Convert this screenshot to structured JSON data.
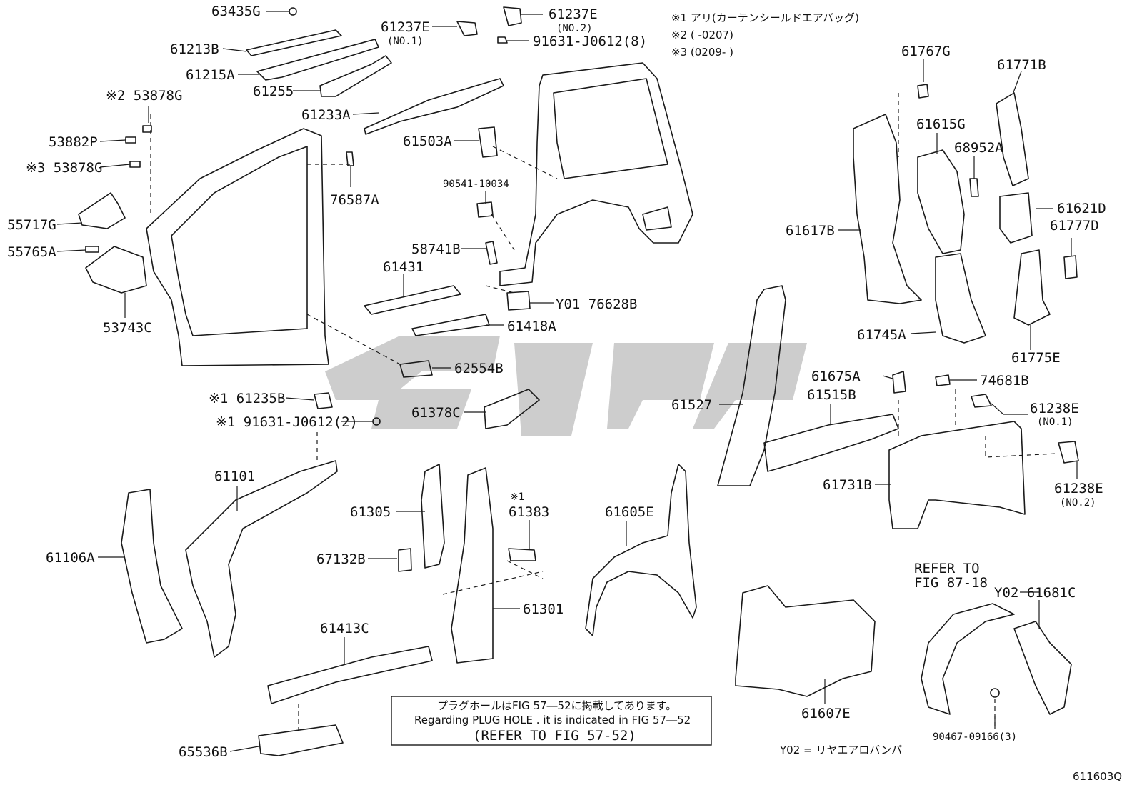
{
  "notes": {
    "n1": "※1 アリ(カーテンシールドエアバッグ)",
    "n2": "※2 (   -0207)",
    "n3": "※3 (0209-   )"
  },
  "labels": {
    "p63435G": "63435G",
    "p61213B": "61213B",
    "p61215A": "61215A",
    "p61255": "61255",
    "p61237E_1": "61237E",
    "p61237E_1_sub": "(NO.1)",
    "p61237E_2": "61237E",
    "p61237E_2_sub": "(NO.2)",
    "p91631_8": "91631-J0612(8)",
    "p61233A": "61233A",
    "p53878G_2": "※2 53878G",
    "p53882P": "53882P",
    "p53878G_3": "※3 53878G",
    "p55717G": "55717G",
    "p55765A": "55765A",
    "p53743C": "53743C",
    "p76587A": "76587A",
    "p61503A": "61503A",
    "p90541": "90541-10034",
    "p58741B": "58741B",
    "p61431": "61431",
    "p76628B": "Y01 76628B",
    "p61418A": "61418A",
    "p62554B": "62554B",
    "p61235B": "※1 61235B",
    "p91631_2": "※1 91631-J0612(2)",
    "p61378C": "61378C",
    "p61101": "61101",
    "p61106A": "61106A",
    "p61305": "61305",
    "p67132B": "67132B",
    "p61383_note": "※1",
    "p61383": "61383",
    "p61301": "61301",
    "p61413C": "61413C",
    "p65536B": "65536B",
    "p61605E": "61605E",
    "p61527": "61527",
    "p61767G": "61767G",
    "p61771B": "61771B",
    "p61615G": "61615G",
    "p68952A": "68952A",
    "p61621D": "61621D",
    "p61777D": "61777D",
    "p61617B": "61617B",
    "p61745A": "61745A",
    "p61775E": "61775E",
    "p61675A": "61675A",
    "p74681B": "74681B",
    "p61515B": "61515B",
    "p61238E_1": "61238E",
    "p61238E_1_sub": "(NO.1)",
    "p61731B": "61731B",
    "p61238E_2": "61238E",
    "p61238E_2_sub": "(NO.2)",
    "refer_1": "REFER TO",
    "refer_2": "FIG 87-18",
    "p61681C": "Y02 61681C",
    "p61607E": "61607E",
    "p90467": "90467-09166(3)"
  },
  "plug_note": {
    "jp": "プラグホールはFIG 57―52に掲載してあります。",
    "en": "Regarding  PLUG  HOLE . it is indicated in FIG  57―52",
    "ref": "(REFER TO FIG 57-52)"
  },
  "y02_note": "Y02 = リヤエアロバンパ",
  "figure_code": "611603Q",
  "colors": {
    "line": "#1a1a1a",
    "watermark": "#c4c4c4"
  }
}
